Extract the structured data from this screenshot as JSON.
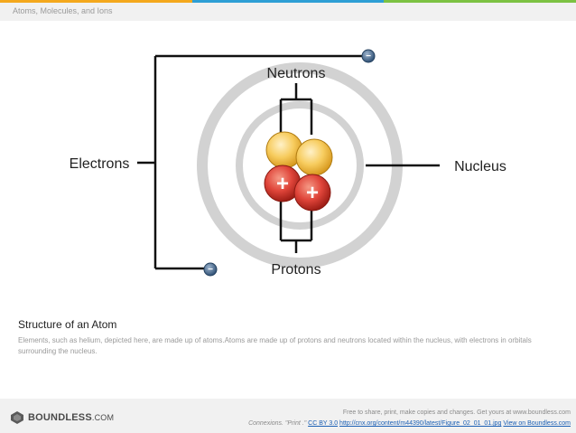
{
  "header": {
    "title": "Atoms, Molecules, and Ions"
  },
  "diagram": {
    "labels": {
      "neutrons": "Neutrons",
      "electrons": "Electrons",
      "nucleus": "Nucleus",
      "protons": "Protons"
    },
    "electron_symbol": "−",
    "proton_symbol": "+"
  },
  "caption": {
    "title": "Structure of an Atom",
    "body": "Elements, such as helium, depicted here, are made up of atoms.Atoms are made up of protons and neutrons located within the nucleus, with electrons in orbitals surrounding the nucleus."
  },
  "footer": {
    "logo_text": "BOUNDLESS",
    "logo_suffix": ".COM",
    "share_text": "Free to share, print, make copies and changes. Get yours at www.boundless.com",
    "source_text": "Connexions. \"Print .\"",
    "license_link": "CC BY 3.0",
    "url_link": "http://cnx.org/content/m44390/latest/Figure_02_01_01.jpg",
    "view_link": "View on Boundless.com"
  },
  "colors": {
    "stripe_orange": "#f4a81d",
    "stripe_blue": "#2e9fd5",
    "stripe_green": "#7cc243",
    "neutron": "#f5c24a",
    "proton": "#d9382a",
    "electron": "#3a5f86"
  }
}
